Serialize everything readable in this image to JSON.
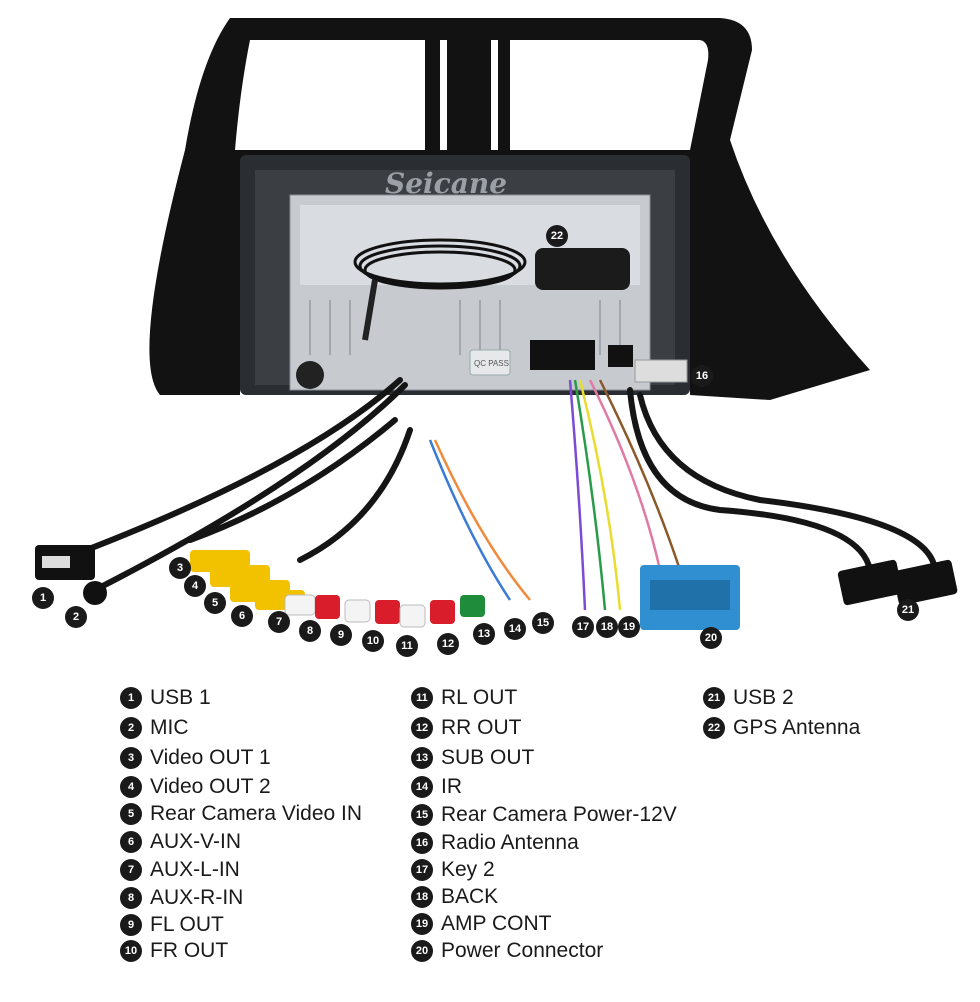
{
  "brand": "Seicane",
  "stamp": "QC PASS",
  "legend": [
    {
      "num": "1",
      "label": "USB 1"
    },
    {
      "num": "2",
      "label": "MIC"
    },
    {
      "num": "3",
      "label": "Video OUT 1"
    },
    {
      "num": "4",
      "label": "Video OUT 2"
    },
    {
      "num": "5",
      "label": "Rear Camera Video IN"
    },
    {
      "num": "6",
      "label": "AUX-V-IN"
    },
    {
      "num": "7",
      "label": "AUX-L-IN"
    },
    {
      "num": "8",
      "label": "AUX-R-IN"
    },
    {
      "num": "9",
      "label": "FL OUT"
    },
    {
      "num": "10",
      "label": "FR OUT"
    },
    {
      "num": "11",
      "label": "RL OUT"
    },
    {
      "num": "12",
      "label": "RR OUT"
    },
    {
      "num": "13",
      "label": "SUB OUT"
    },
    {
      "num": "14",
      "label": "IR"
    },
    {
      "num": "15",
      "label": "Rear Camera Power-12V"
    },
    {
      "num": "16",
      "label": "Radio Antenna"
    },
    {
      "num": "17",
      "label": "Key 2"
    },
    {
      "num": "18",
      "label": "BACK"
    },
    {
      "num": "19",
      "label": "AMP CONT"
    },
    {
      "num": "20",
      "label": "Power Connector"
    },
    {
      "num": "21",
      "label": "USB 2"
    },
    {
      "num": "22",
      "label": "GPS Antenna"
    }
  ]
}
